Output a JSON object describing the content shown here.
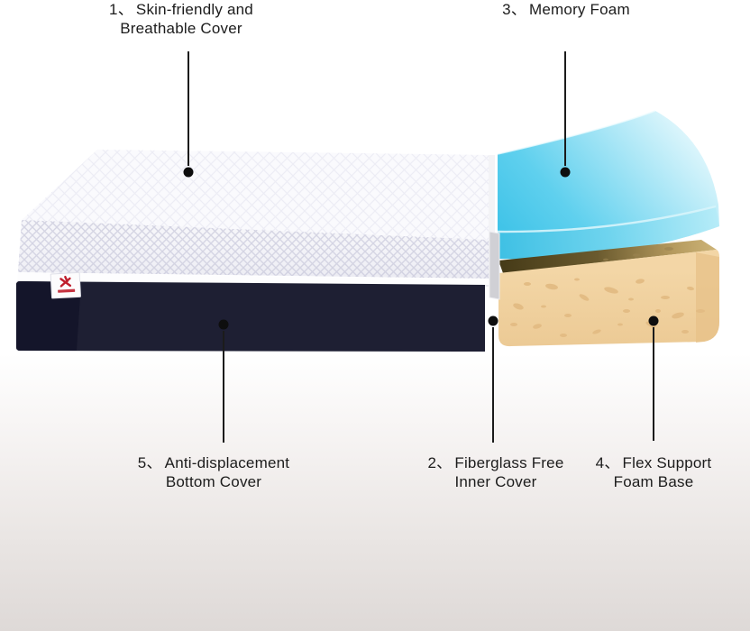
{
  "diagram": {
    "callouts": [
      {
        "number": "1、",
        "line1": "Skin-friendly and",
        "line2": "Breathable Cover"
      },
      {
        "number": "2、",
        "line1": "Fiberglass Free",
        "line2": "Inner Cover"
      },
      {
        "number": "3、",
        "line1": "Memory Foam",
        "line2": ""
      },
      {
        "number": "4、",
        "line1": "Flex Support",
        "line2": "Foam Base"
      },
      {
        "number": "5、",
        "line1": "Anti-displacement",
        "line2": "Bottom Cover"
      }
    ],
    "colors": {
      "memory_foam_deep": "#3cc2e8",
      "memory_foam_pale": "#e8f9fd",
      "foam_base": "#f1d3a3",
      "foam_base_speckle": "#e3bc84",
      "foam_base_shadow": "#463b17",
      "bottom_cover_front": "#1e1f33",
      "bottom_cover_side": "#14152a",
      "cover_white": "#f8f8fb",
      "inner_cover_gray": "#d0d0d5",
      "callout_ink": "#1b1b1b",
      "tag_red": "#bf1e2c",
      "background_bottom": "#ded9d7"
    },
    "icons": {
      "brand_tag": "red-brand-emblem"
    }
  }
}
